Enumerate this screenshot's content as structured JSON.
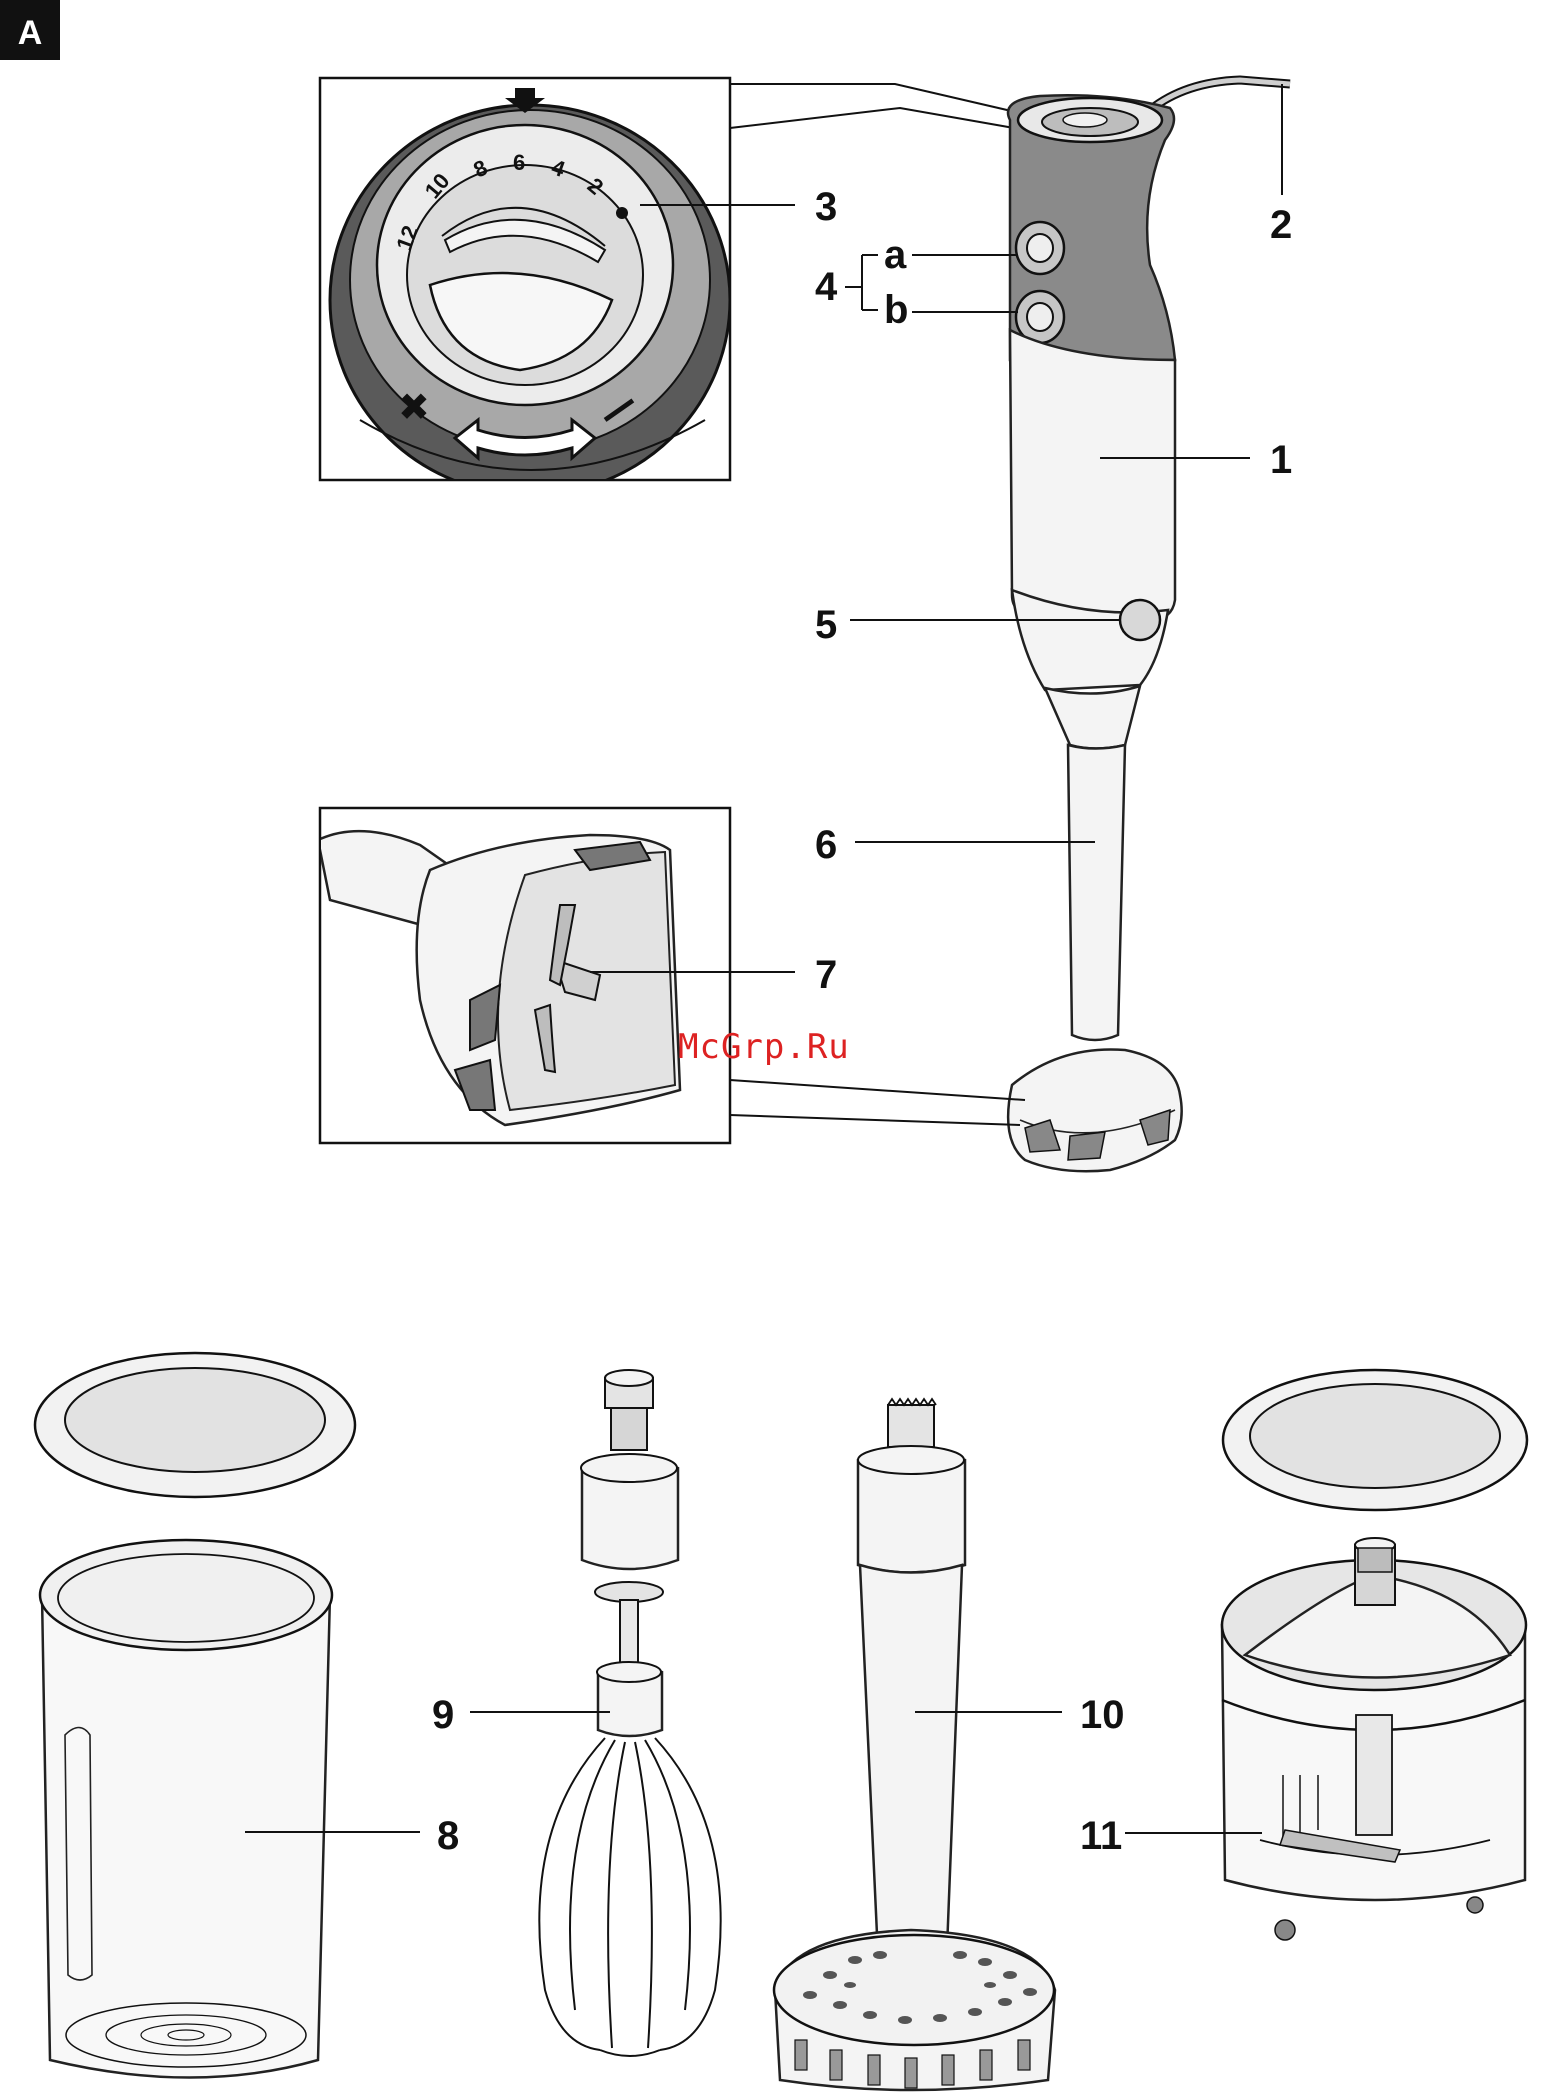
{
  "figure": {
    "badge": "A",
    "watermark": "McGrp.Ru"
  },
  "callouts": {
    "c1": "1",
    "c2": "2",
    "c3": "3",
    "c4": "4",
    "c4a": "a",
    "c4b": "b",
    "c5": "5",
    "c6": "6",
    "c7": "7",
    "c8": "8",
    "c9": "9",
    "c10": "10",
    "c11": "11"
  },
  "dial": {
    "numbers": [
      "12",
      "10",
      "8",
      "6",
      "4",
      "2"
    ],
    "plus_sign": "✖",
    "minus_sign": "—"
  },
  "colors": {
    "line": "#111111",
    "handle_grey": "#8a8a8a",
    "dial_dark": "#555555",
    "watermark": "#dd2222"
  }
}
